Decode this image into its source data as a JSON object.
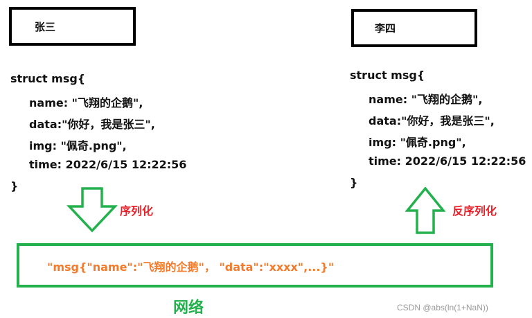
{
  "sender": {
    "name": "张三",
    "struct": {
      "open": "struct msg{",
      "fields": [
        "name:  \"飞翔的企鹅\",",
        "data:\"你好，我是张三\",",
        "img: \"佩奇.png\",",
        "time: 2022/6/15 12:22:56"
      ],
      "close": "}"
    }
  },
  "receiver": {
    "name": "李四",
    "struct": {
      "open": "struct msg{",
      "fields": [
        "name:  \"飞翔的企鹅\",",
        "data:\"你好，我是张三\",",
        "img: \"佩奇.png\",",
        "time: 2022/6/15 12:22:56"
      ],
      "close": "}"
    }
  },
  "arrows": {
    "serialize": {
      "label": "序列化",
      "direction": "down",
      "icon": "down-arrow-icon"
    },
    "deserialize": {
      "label": "反序列化",
      "direction": "up",
      "icon": "up-arrow-icon"
    }
  },
  "network": {
    "payload": "\"msg{\"name\":\"飞翔的企鹅\"， \"data\":\"xxxx\",...}\"",
    "label": "网络"
  },
  "watermark": "CSDN @abs(ln(1+NaN))",
  "colors": {
    "arrow_green": "#22b14c",
    "label_red": "#e8202a",
    "payload_orange": "#f47a2b",
    "network_green": "#22b14c"
  }
}
